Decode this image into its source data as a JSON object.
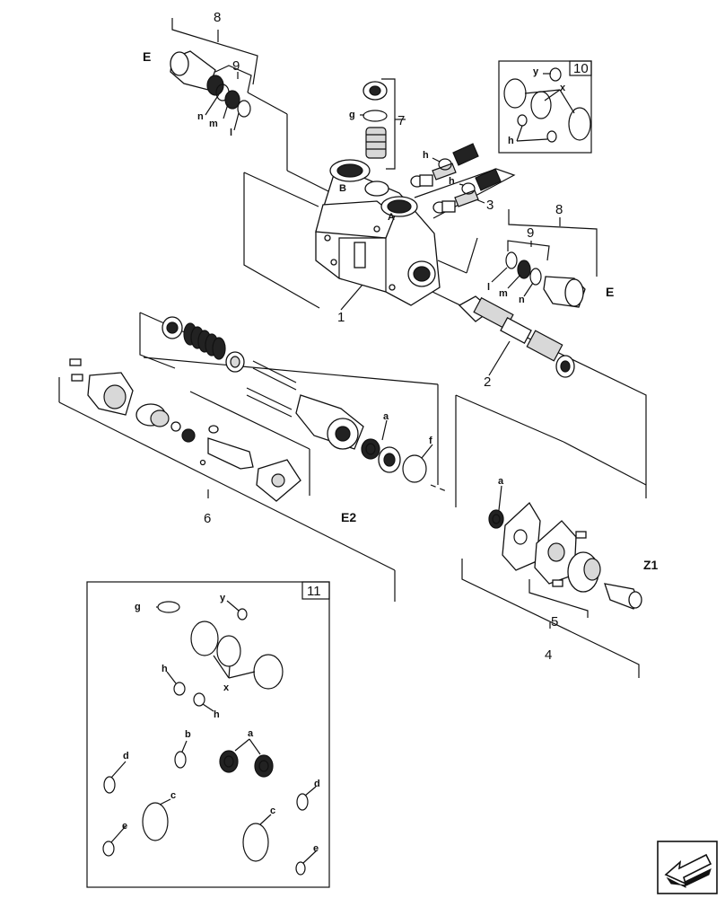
{
  "callouts": {
    "c1": "1",
    "c2": "2",
    "c3": "3",
    "c4": "4",
    "c5": "5",
    "c6": "6",
    "c7": "7",
    "c8a": "8",
    "c8b": "8",
    "c9a": "9",
    "c9b": "9",
    "c10": "10",
    "c11": "11"
  },
  "ports": {
    "e_left": "E",
    "e_right": "E",
    "e2": "E2",
    "z1": "Z1"
  },
  "seal_letters": {
    "n1": "n",
    "m1": "m",
    "l1": "l",
    "g1": "g",
    "h1": "h",
    "h2": "h",
    "l2": "l",
    "m2": "m",
    "n2": "n",
    "a1": "a",
    "f1": "f",
    "a2": "a",
    "y1": "y",
    "x1": "x",
    "h3": "h",
    "g2": "g",
    "y2": "y",
    "h4": "h",
    "x2": "x",
    "h5": "h",
    "d1": "d",
    "b1": "b",
    "a3": "a",
    "c1": "c",
    "d2": "d",
    "e1": "e",
    "c2": "c",
    "e2": "e"
  },
  "body_marks": {
    "port_b": "B",
    "port_a": "A"
  },
  "icons": {
    "nav": "arrow-back-icon"
  }
}
